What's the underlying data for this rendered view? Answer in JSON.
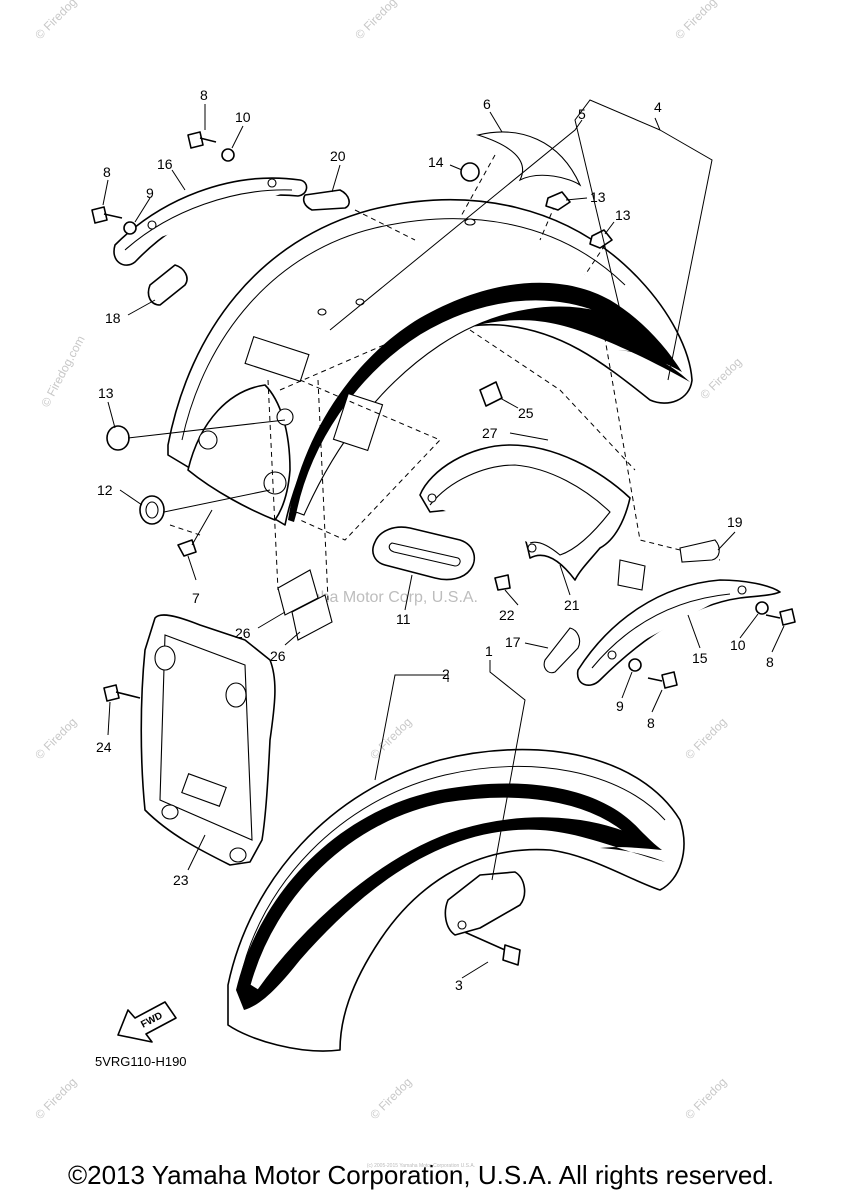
{
  "diagram": {
    "code": "5VRG110-H190",
    "fwd_label": "FWD",
    "center_watermark": "Yamaha Motor Corp, U.S.A.",
    "side_watermark": "© Firedog.com",
    "corner_watermark": "© Firedog",
    "tiny_notice": "(c) 2005-2015 Yamaha Motor Corporation U.S.A.",
    "copyright": "©2013 Yamaha Motor Corporation, U.S.A. All rights reserved.",
    "callouts": [
      "1",
      "2",
      "3",
      "4",
      "5",
      "6",
      "7",
      "8",
      "8",
      "8",
      "8",
      "9",
      "9",
      "10",
      "10",
      "11",
      "12",
      "13",
      "13",
      "13",
      "14",
      "15",
      "16",
      "17",
      "18",
      "19",
      "20",
      "21",
      "22",
      "23",
      "24",
      "25",
      "26",
      "26",
      "27"
    ]
  }
}
